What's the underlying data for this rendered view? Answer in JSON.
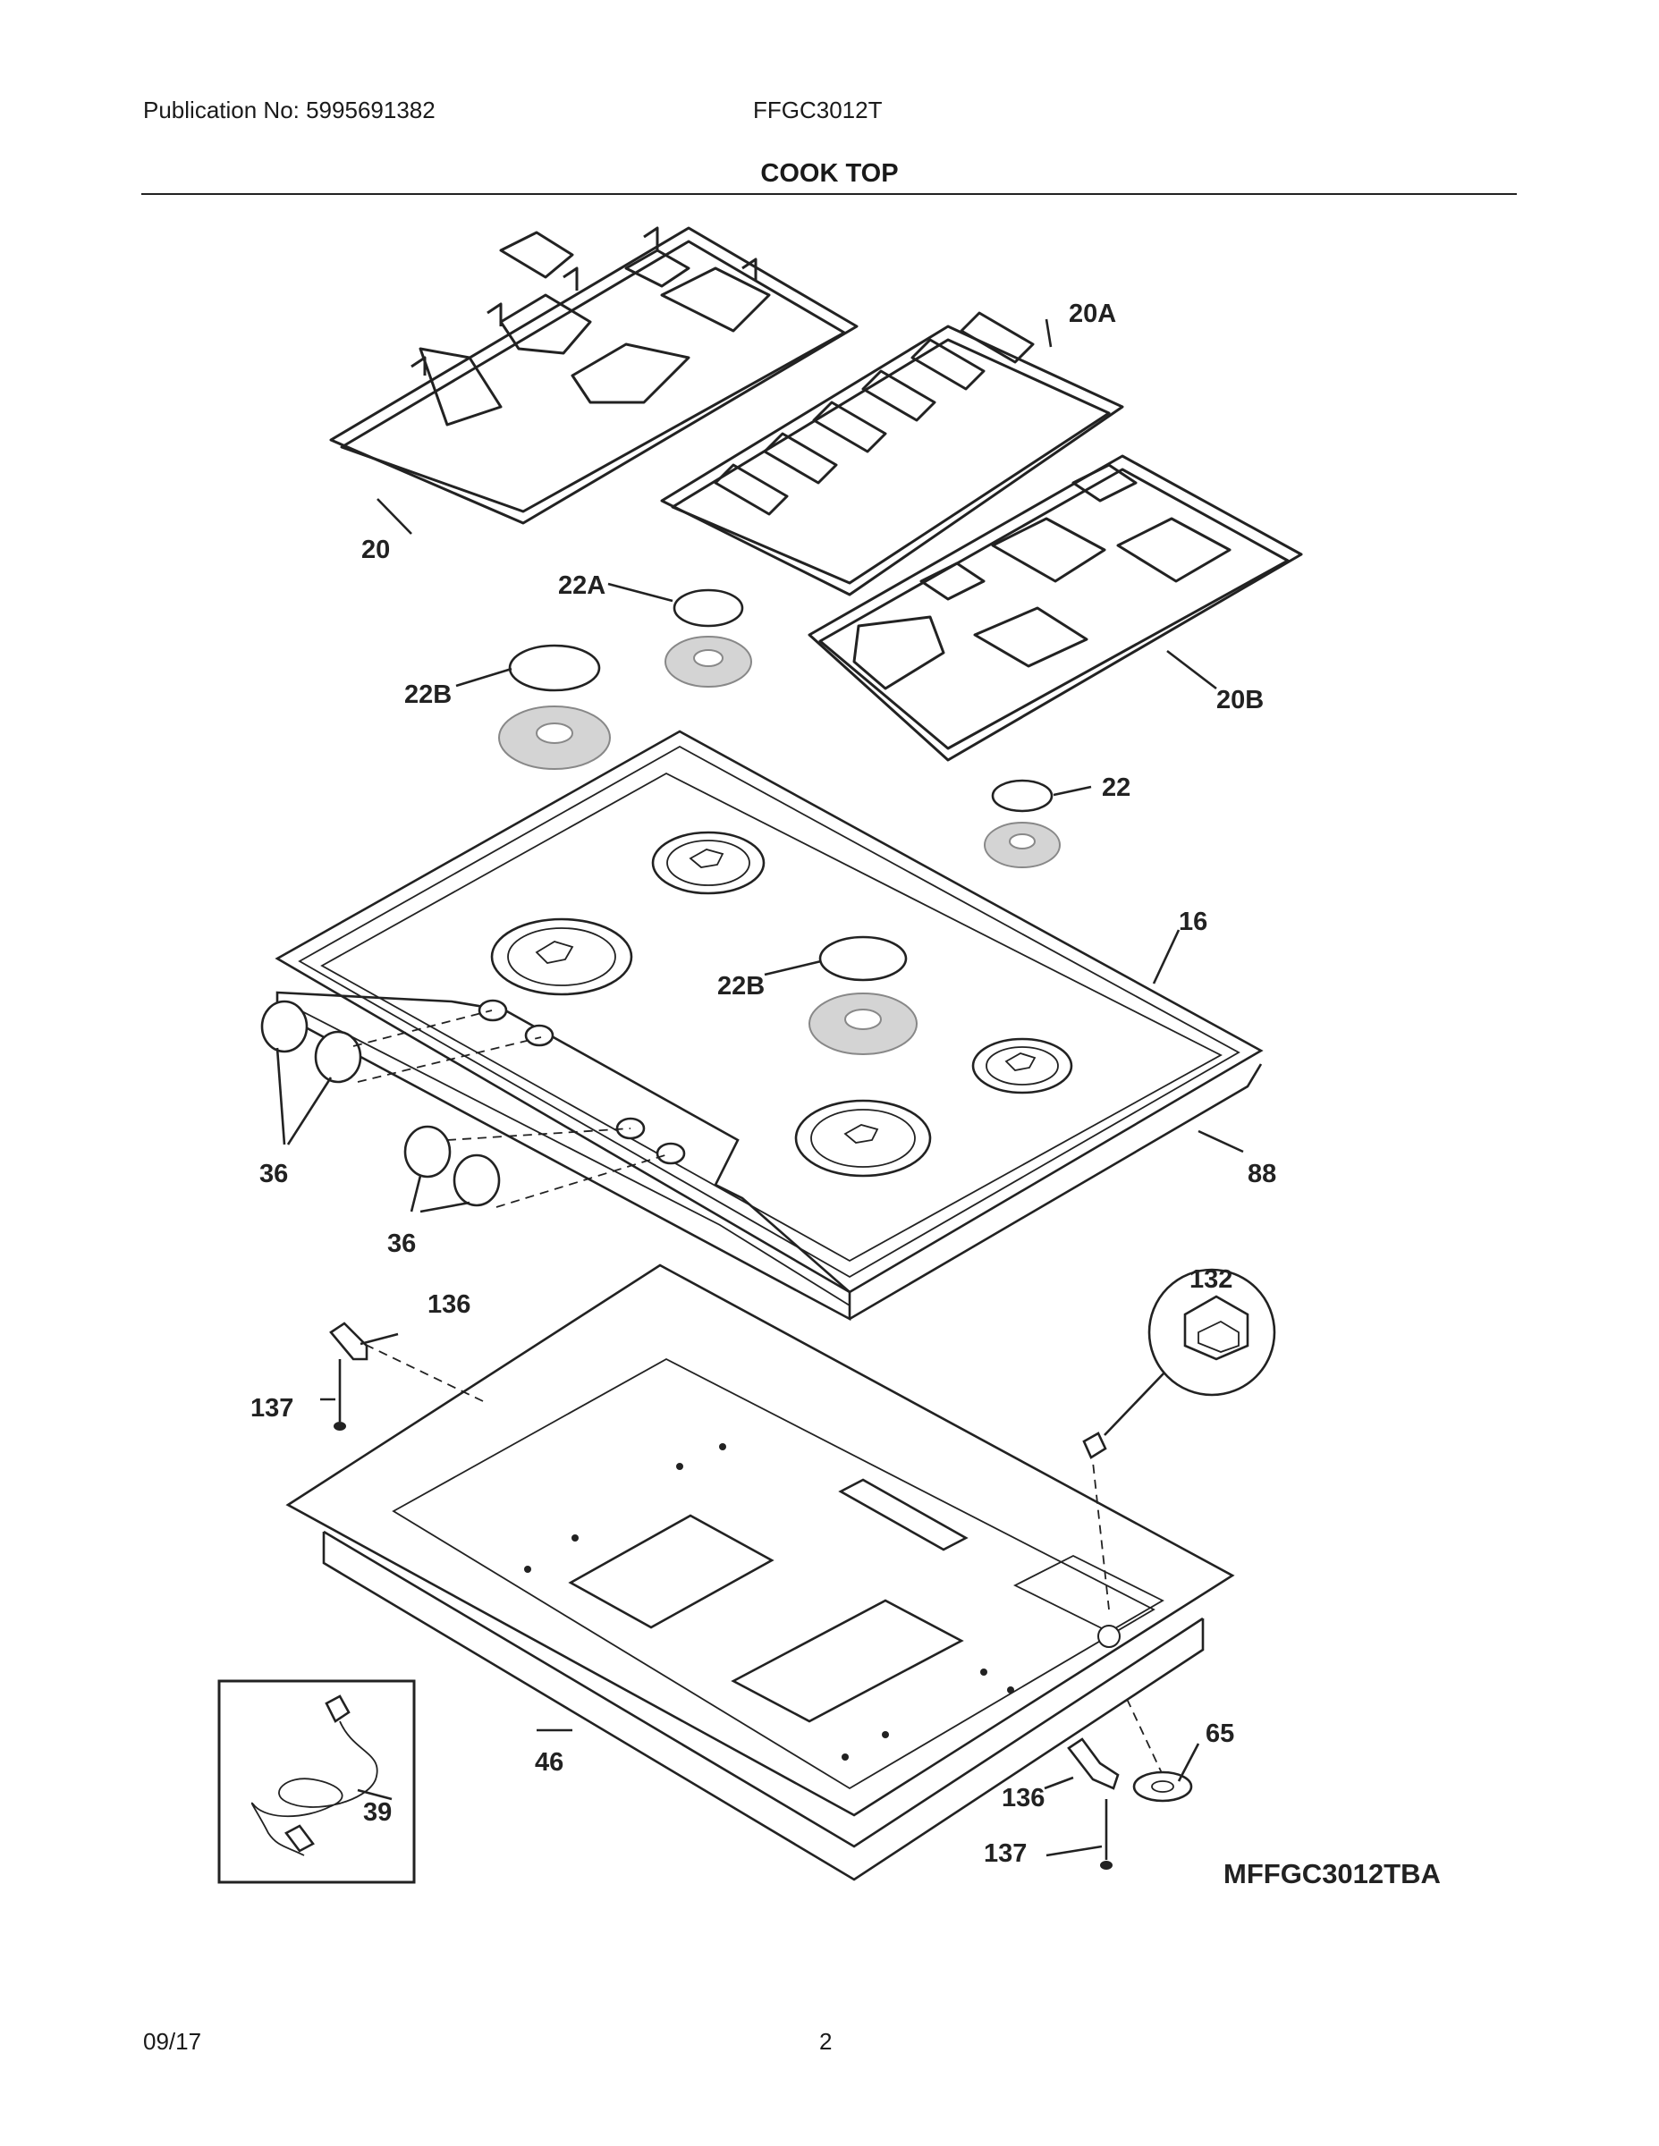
{
  "header": {
    "publication": "Publication No: 5995691382",
    "model": "FFGC3012T",
    "title": "COOK TOP"
  },
  "footer": {
    "date": "09/17",
    "page": "2"
  },
  "diagram": {
    "code": "MFFGC3012TBA",
    "labels": {
      "p20": "20",
      "p20a": "20A",
      "p20b": "20B",
      "p22a": "22A",
      "p22b_left": "22B",
      "p22": "22",
      "p16": "16",
      "p22b_center": "22B",
      "p36_a": "36",
      "p36_b": "36",
      "p88": "88",
      "p132": "132",
      "p136_top": "136",
      "p137_top": "137",
      "p46": "46",
      "p39": "39",
      "p65": "65",
      "p136_bottom": "136",
      "p137_bottom": "137"
    }
  }
}
